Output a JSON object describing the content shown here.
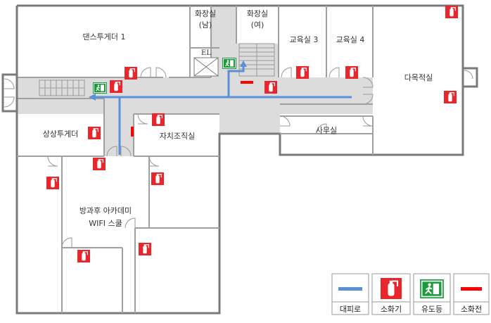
{
  "rooms": {
    "dance_1": "댄스투게더 1",
    "restroom_m_1": "화장실",
    "restroom_m_2": "(남)",
    "restroom_f_1": "화장실",
    "restroom_f_2": "(여)",
    "classroom_3": "교육실 3",
    "classroom_4": "교육실 4",
    "multipurpose": "다목적실",
    "sangsang": "상상투게더",
    "council": "자치조직실",
    "office": "사무실",
    "academy_1": "방과후 아카데미",
    "academy_2": "WIFI 스쿨",
    "elevator": "EL"
  },
  "legend": [
    {
      "key": "evac_route",
      "label": "대피로",
      "icon": "evacuation-route-line",
      "color": "#5b8fd6"
    },
    {
      "key": "extinguisher",
      "label": "소화기",
      "icon": "fire-extinguisher-icon",
      "color": "#e8262c"
    },
    {
      "key": "exit_sign",
      "label": "유도등",
      "icon": "emergency-exit-sign-icon",
      "color": "#1a9b3b"
    },
    {
      "key": "hydrant",
      "label": "소화전",
      "icon": "fire-hydrant-line",
      "color": "#ff0000"
    }
  ],
  "colors": {
    "wall": "#7a7a7a",
    "corridor": "#dcdcdc",
    "route": "#5b8fd6",
    "extinguisher": "#e8262c",
    "exit_green": "#1a9b3b",
    "hydrant": "#ff0000"
  }
}
